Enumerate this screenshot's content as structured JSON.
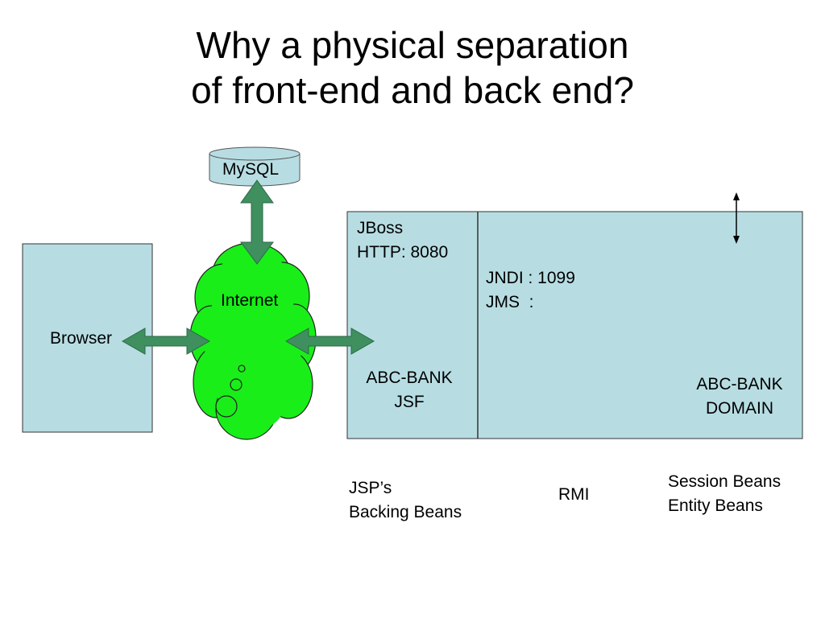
{
  "title": {
    "line1": "Why a physical separation",
    "line2": "of front-end and back end?"
  },
  "nodes": {
    "mysql": "MySQL",
    "internet": "Internet",
    "browser": "Browser",
    "jboss": {
      "name": "JBoss",
      "port": "HTTP: 8080"
    },
    "jsf": {
      "line1": "ABC-BANK",
      "line2": "JSF"
    },
    "jndi": {
      "line1": "JNDI : 1099",
      "line2": "JMS  :"
    },
    "domain": {
      "line1": "ABC-BANK",
      "line2": "DOMAIN"
    }
  },
  "captions": {
    "jsp": {
      "line1": "JSP’s",
      "line2": "Backing Beans"
    },
    "rmi": "RMI",
    "beans": {
      "line1": "Session Beans",
      "line2": "Entity Beans"
    }
  },
  "colors": {
    "box_fill": "#b7dde3",
    "cloud_fill": "#19ee19",
    "arrow_fill": "#3f8f5f"
  }
}
